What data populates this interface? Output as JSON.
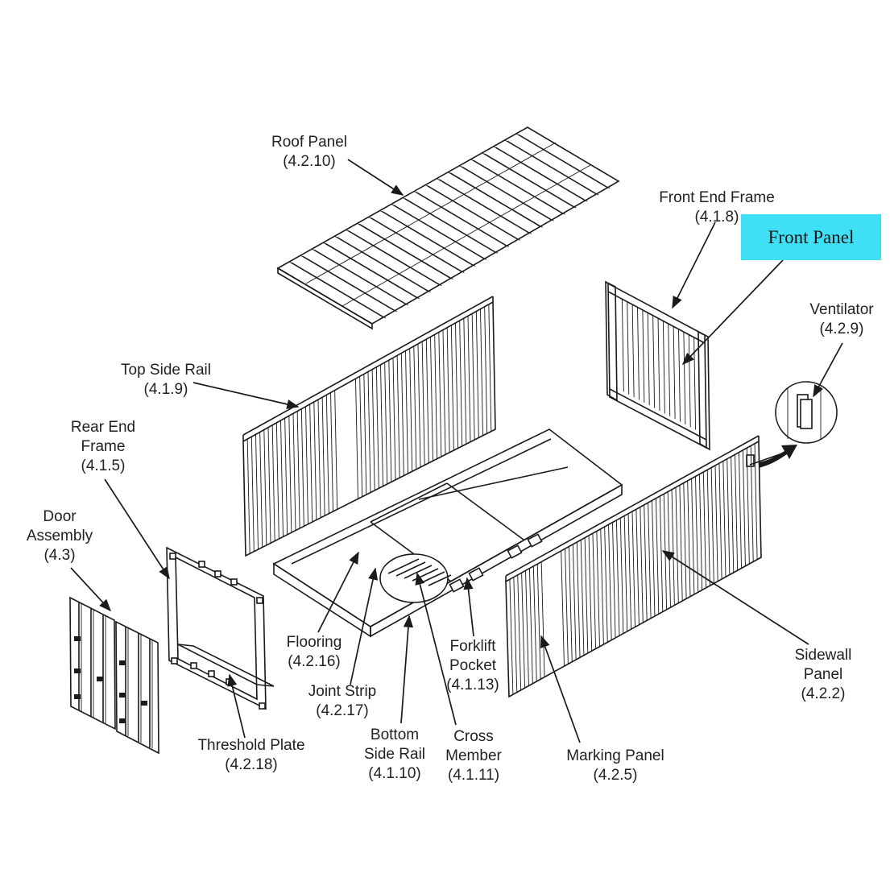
{
  "labels": {
    "roof_panel": [
      "Roof Panel",
      "(4.2.10)"
    ],
    "front_end_frame": [
      "Front End Frame",
      "(4.1.8)"
    ],
    "front_panel": "Front Panel",
    "ventilator": [
      "Ventilator",
      "(4.2.9)"
    ],
    "top_side_rail": [
      "Top Side Rail",
      "(4.1.9)"
    ],
    "rear_end_frame": [
      "Rear End",
      "Frame",
      "(4.1.5)"
    ],
    "door_assembly": [
      "Door",
      "Assembly",
      "(4.3)"
    ],
    "flooring": [
      "Flooring",
      "(4.2.16)"
    ],
    "joint_strip": [
      "Joint Strip",
      "(4.2.17)"
    ],
    "forklift_pocket": [
      "Forklift",
      "Pocket",
      "(4.1.13)"
    ],
    "sidewall_panel": [
      "Sidewall",
      "Panel",
      "(4.2.2)"
    ],
    "threshold_plate": [
      "Threshold Plate",
      "(4.2.18)"
    ],
    "bottom_side_rail": [
      "Bottom",
      "Side Rail",
      "(4.1.10)"
    ],
    "cross_member": [
      "Cross",
      "Member",
      "(4.1.11)"
    ],
    "marking_panel": [
      "Marking Panel",
      "(4.2.5)"
    ]
  },
  "colors": {
    "highlight": "#3fe0f5",
    "line": "#1a1a1a",
    "text": "#222222"
  }
}
